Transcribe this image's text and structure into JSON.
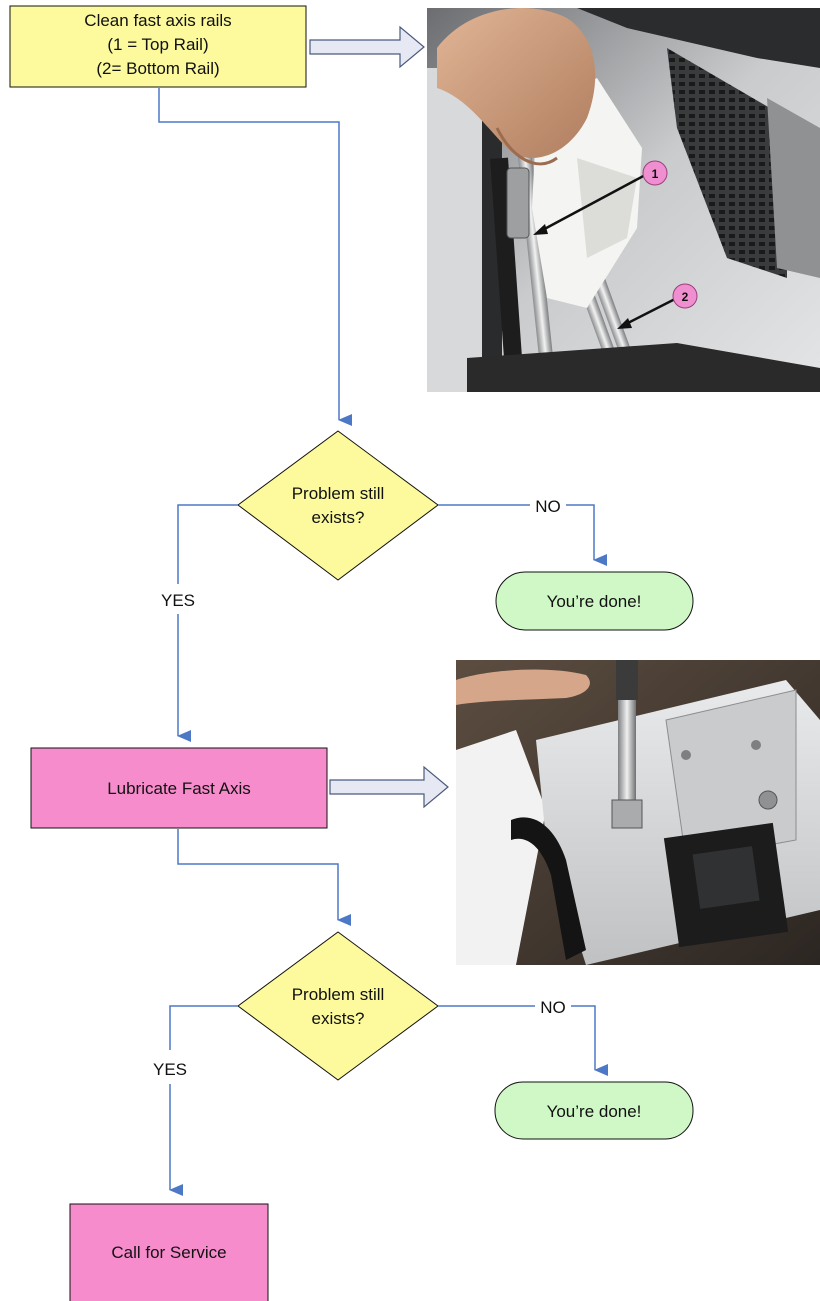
{
  "flow": {
    "step1": {
      "line1": "Clean fast axis rails",
      "line2": "(1 = Top Rail)",
      "line3": "(2= Bottom Rail)"
    },
    "decision1": {
      "line1": "Problem still",
      "line2": "exists?",
      "yes_label": "YES",
      "no_label": "NO"
    },
    "done1": {
      "label": "You’re done!"
    },
    "step2": {
      "label": "Lubricate Fast Axis"
    },
    "decision2": {
      "line1": "Problem still",
      "line2": "exists?",
      "yes_label": "YES",
      "no_label": "NO"
    },
    "done2": {
      "label": "You’re done!"
    },
    "step3": {
      "label": "Call for Service"
    }
  },
  "photos": {
    "rails": {
      "callouts": [
        "1",
        "2"
      ]
    }
  },
  "colors": {
    "process_yellow": "#fcfa9c",
    "decision_yellow": "#fcfa9c",
    "process_pink": "#f78ccc",
    "terminal_green": "#cff8c6",
    "connector_blue": "#4d78c6",
    "callout_pink": "#ef8fd0"
  }
}
